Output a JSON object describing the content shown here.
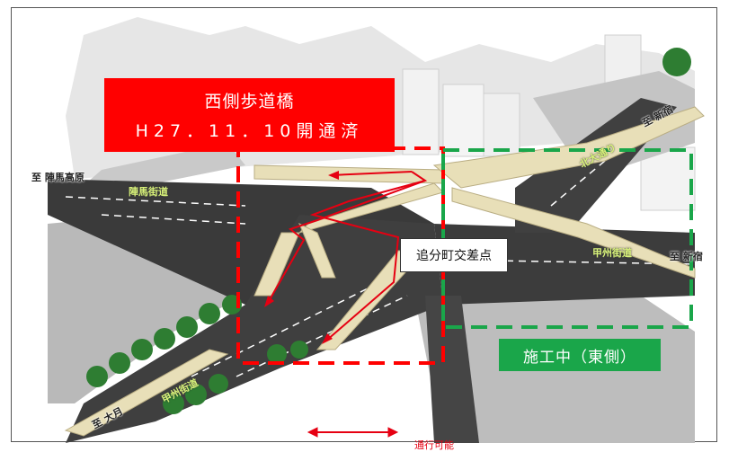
{
  "west_bridge": {
    "title": "西側歩道橋",
    "status": "H27．11．10開通済"
  },
  "intersection": {
    "name": "追分町交差点"
  },
  "east_side": {
    "status": "施工中（東側）"
  },
  "directions": {
    "jinba": "至 陣馬高原",
    "shinjuku_top": "至 新宿",
    "shinjuku_right": "至 新宿",
    "otsuki": "至 大月"
  },
  "streets": {
    "jinba_kaido": "陣馬街道",
    "kitaodori": "北大通り",
    "koshu_kaido_east": "甲州街道",
    "koshu_kaido_south": "甲州街道"
  },
  "legend": {
    "passable": "通行可能",
    "arrow_color": "#e60012"
  },
  "colors": {
    "west_frame": "#ff0000",
    "east_frame": "#1aa64a",
    "route": "#e60012"
  }
}
